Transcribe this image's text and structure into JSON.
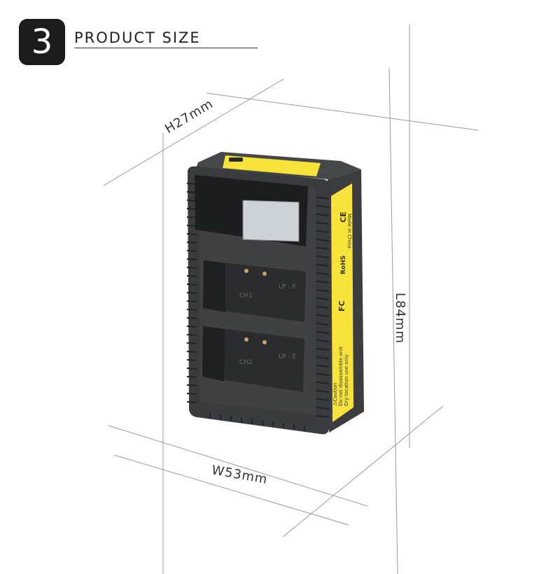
{
  "header": {
    "step_number": "3",
    "title": "PRODUCT SIZE"
  },
  "dimensions": {
    "height": "H27mm",
    "length": "L84mm",
    "width": "W53mm"
  },
  "product": {
    "slot_labels": [
      "CH1",
      "CH2"
    ],
    "slot_model_label": "LP - E",
    "label_marks": [
      "FC",
      "RoHS",
      "CE"
    ],
    "label_text_1": "Made in China",
    "label_text_2": "⚠Caution",
    "label_text_3": "Do not disassemble unit",
    "label_text_4": "Dry location use only"
  },
  "colors": {
    "badge": "#1c1c1c",
    "charger_body": "#3a3b3e",
    "label_yellow": "#f7e33a",
    "lcd": "#cdd2d6"
  }
}
